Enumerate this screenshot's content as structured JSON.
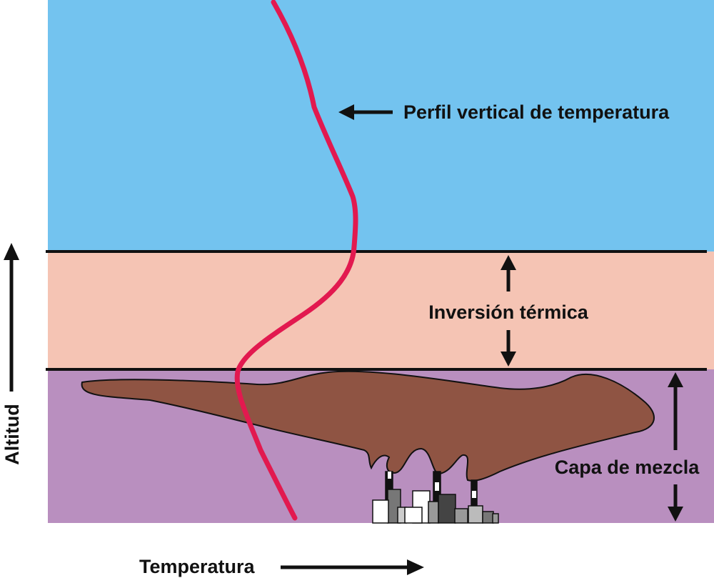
{
  "title": "Perfil vertical de temperatura con inversión térmica",
  "labels": {
    "temperature_profile": "Perfil vertical de temperatura",
    "inversion": "Inversión térmica",
    "mixing_layer": "Capa de mezcla",
    "altitude_axis": "Altitud",
    "temperature_axis": "Temperatura"
  },
  "colors": {
    "upper_air": "#73c3ef",
    "inversion_layer": "#f5c4b4",
    "mixing_layer": "#b98fbf",
    "pollution_plume": "#8f5443",
    "temperature_line": "#e2194f",
    "boundary_line": "#111111"
  },
  "icons": {
    "factory": "factory-smokestacks-icon",
    "arrow": "arrow-icon"
  }
}
